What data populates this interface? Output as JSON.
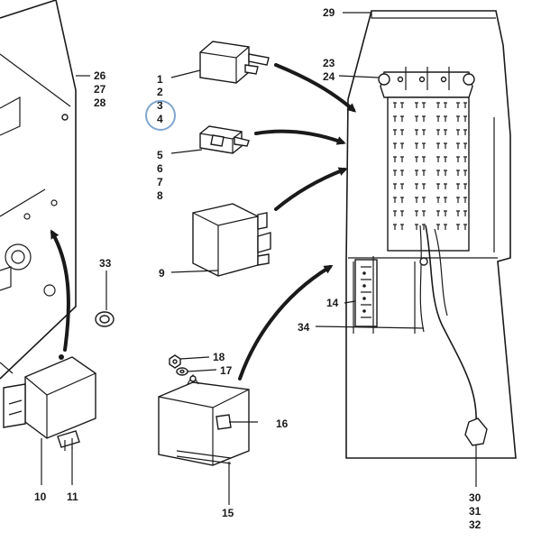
{
  "labels": {
    "l1": "1",
    "l2": "2",
    "l3": "3",
    "l4": "4",
    "l5": "5",
    "l6": "6",
    "l7": "7",
    "l8": "8",
    "l9": "9",
    "l10": "10",
    "l11": "11",
    "l14": "14",
    "l15": "15",
    "l16": "16",
    "l17": "17",
    "l18": "18",
    "l23": "23",
    "l24": "24",
    "l26": "26",
    "l27": "27",
    "l28": "28",
    "l29": "29",
    "l30": "30",
    "l31": "31",
    "l32": "32",
    "l33": "33",
    "l34": "34"
  },
  "colors": {
    "line": "#1a1a1a",
    "background": "#ffffff",
    "highlight_circle": "#7fa6cf"
  },
  "highlight": {
    "callout": "4",
    "shape": "circle"
  }
}
